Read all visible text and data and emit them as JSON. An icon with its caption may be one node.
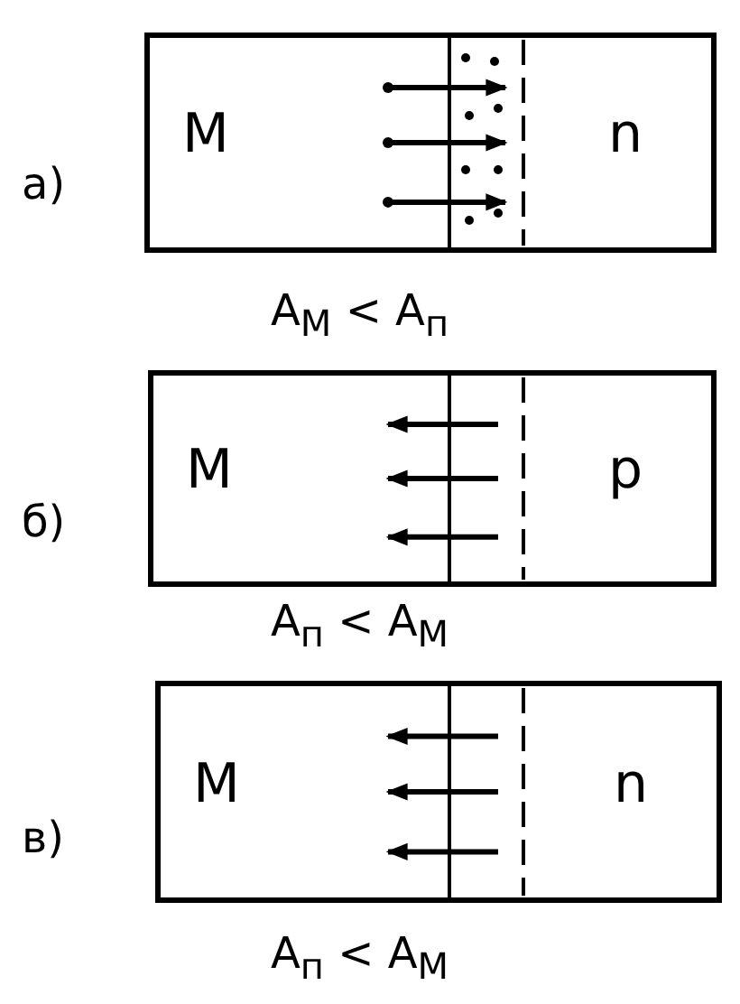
{
  "diagram": {
    "nodes": [
      {
        "text": [
          "М"
        ]
      },
      {
        "text": [
          "n"
        ]
      },
      {
        "text": [
          "М"
        ]
      },
      {
        "text": [
          "p"
        ]
      },
      {
        "text": [
          "М"
        ]
      },
      {
        "text": [
          "n"
        ]
      }
    ],
    "edges": [
      {
        "from": 0,
        "to": 1,
        "arrow": "to"
      },
      {
        "from": 0,
        "to": 1,
        "arrow": "to"
      },
      {
        "from": 0,
        "to": 1,
        "arrow": "to"
      },
      {
        "from": 3,
        "to": 2,
        "arrow": "to"
      },
      {
        "from": 3,
        "to": 2,
        "arrow": "to"
      },
      {
        "from": 3,
        "to": 2,
        "arrow": "to"
      },
      {
        "from": 5,
        "to": 4,
        "arrow": "to"
      },
      {
        "from": 5,
        "to": 4,
        "arrow": "to"
      },
      {
        "from": 5,
        "to": 4,
        "arrow": "to"
      }
    ],
    "labels": [
      "а)",
      "A$_{М}$ < A$_{п}$",
      "б)",
      "A$_{п}$ < A$_{М}$",
      "в)",
      "A$_{п}$ < A$_{М}$"
    ]
  }
}
